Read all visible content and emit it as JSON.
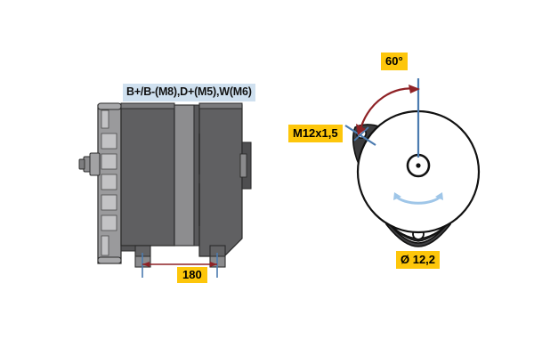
{
  "drawing": {
    "title": "Alternator technical drawing",
    "background_color": "#ffffff"
  },
  "side_view": {
    "name": "alternator-side-view",
    "terminal_label": "B+/B-(M8),D+(M5),W(M6)",
    "terminal_label_bg": "#cfe0ef",
    "body_color_dark": "#5a5a5c",
    "body_color_mid": "#6e6e70",
    "body_color_light": "#9a9a9c",
    "outline_color": "#2b2b2b",
    "dimension": {
      "name": "width-dimension",
      "value": "180",
      "label_bg": "#fdc60b",
      "line_color": "#8f2226",
      "extension_color": "#4b7bb0"
    }
  },
  "front_view": {
    "name": "alternator-front-view",
    "housing_fill": "#ffffff",
    "housing_outline": "#111111",
    "lug_fill": "#3a3a3c",
    "angle_label": "60°",
    "thread_label": "M12x1,5",
    "diameter_label": "Ø 12,2",
    "label_bg": "#fdc60b",
    "angle_arrow_color": "#8f2226",
    "reference_line_color": "#4b7bb0",
    "rotation_arrow_color": "#9fc6e8"
  }
}
